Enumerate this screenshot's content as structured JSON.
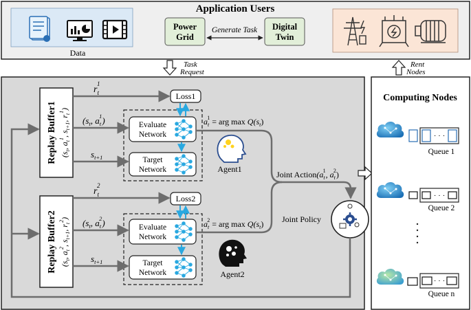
{
  "top": {
    "title": "Application Users",
    "data_label": "Data",
    "power_grid": [
      "Power",
      "Grid"
    ],
    "generate_task": "Generate Task",
    "digital_twin": [
      "Digital",
      "Twin"
    ]
  },
  "between": {
    "task_request": [
      "Task",
      "Request"
    ],
    "rent_nodes": [
      "Rent",
      "Nodes"
    ]
  },
  "main": {
    "replay_buffer_1": "Replay Buffer1",
    "replay_buffer_2": "Replay Buffer2",
    "tuple_1": [
      "(s",
      "t",
      ", a",
      "t",
      "1",
      ", s",
      "t+1",
      ", r",
      "t",
      "1",
      ")"
    ],
    "tuple_2": [
      "(s",
      "t",
      ", a",
      "t",
      "2",
      ", s",
      "t+1",
      ", r",
      "t",
      "2",
      ")"
    ],
    "loss1": "Loss1",
    "loss2": "Loss2",
    "evaluate_network": [
      "Evaluate",
      "Network"
    ],
    "target_network": [
      "Target",
      "Network"
    ],
    "reward_1": [
      "r",
      "t",
      "1"
    ],
    "reward_2": [
      "r",
      "t",
      "2"
    ],
    "state_action_1": [
      "(s",
      "t",
      ", a",
      "t",
      "1",
      ")"
    ],
    "state_action_2": [
      "(s",
      "t",
      ", a",
      "t",
      "2",
      ")"
    ],
    "next_state": [
      "s",
      "t+1"
    ],
    "argmax_1": [
      "a",
      "t",
      "1",
      " = arg max ",
      "Q",
      "(s",
      "t",
      ")"
    ],
    "argmax_2": [
      "a",
      "t",
      "2",
      " = arg max ",
      "Q",
      "(s",
      "t",
      ")"
    ],
    "agent1": "Agent1",
    "agent2": "Agent2",
    "joint_action": [
      "Joint Action",
      "(a",
      "t",
      "1",
      ", a",
      "t",
      "2",
      ")"
    ],
    "joint_policy": "Joint Policy"
  },
  "computing": {
    "title": "Computing Nodes",
    "queues": [
      "Queue 1",
      "Queue 2",
      "Queue n"
    ],
    "dots_h": "· · ·"
  },
  "colors": {
    "accent_blue": "#29a8e0",
    "panel_gray": "#d9d9d9",
    "green_box": "#e2efd9",
    "peach_box": "#fbe5d6",
    "arrow_gray": "#6d6d6d"
  }
}
